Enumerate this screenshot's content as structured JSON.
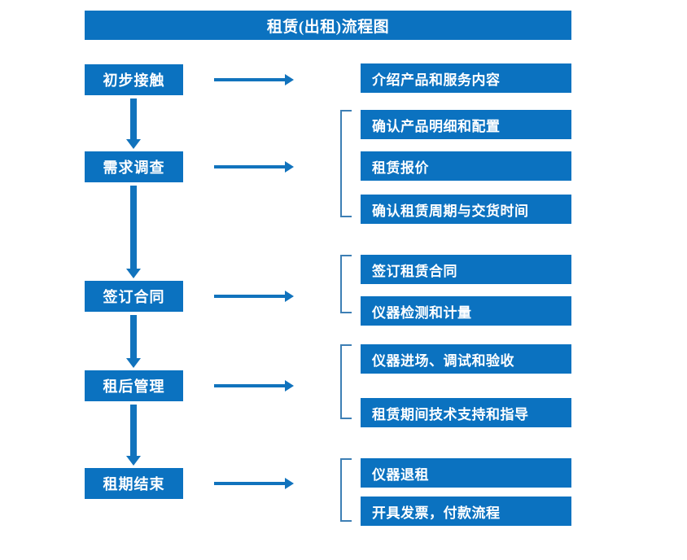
{
  "diagram": {
    "title": "租赁(出租)流程图",
    "colors": {
      "box_fill": "#0b72c0",
      "box_text": "#ffffff",
      "arrow": "#1173bd",
      "bracket": "#3d7fb5",
      "background": "#ffffff"
    },
    "stages": [
      {
        "label": "初步接触"
      },
      {
        "label": "需求调查"
      },
      {
        "label": "签订合同"
      },
      {
        "label": "租后管理"
      },
      {
        "label": "租期结束"
      }
    ],
    "details": {
      "group1": [
        "介绍产品和服务内容"
      ],
      "group2": [
        "确认产品明细和配置",
        "租赁报价",
        "确认租赁周期与交货时间"
      ],
      "group3": [
        "签订租赁合同",
        "仪器检测和计量"
      ],
      "group4": [
        "仪器进场、调试和验收",
        "租赁期间技术支持和指导"
      ],
      "group5": [
        "仪器退租",
        "开具发票，付款流程"
      ]
    }
  }
}
